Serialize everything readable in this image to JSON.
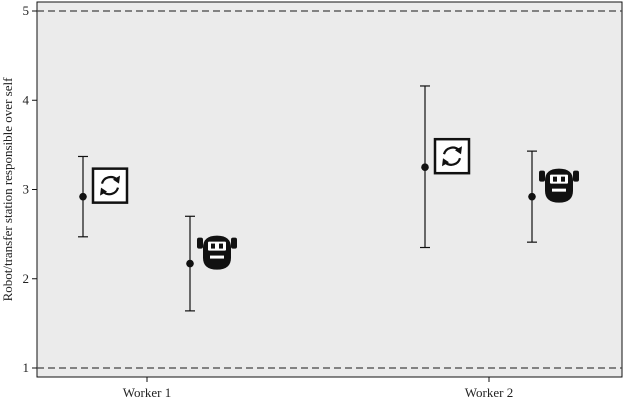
{
  "chart_data": {
    "type": "scatter",
    "ylabel": "Robot/transfer station responsible over self",
    "xlabel": "",
    "ylim": [
      1,
      5
    ],
    "yticks": [
      1,
      2,
      3,
      4,
      5
    ],
    "reference_lines": [
      1,
      5
    ],
    "grid": false,
    "categories": [
      "Worker 1",
      "Worker 2"
    ],
    "points": [
      {
        "category": "Worker 1",
        "marker_icon": "transfer-station-icon",
        "mean": 2.92,
        "lower": 2.47,
        "upper": 3.37
      },
      {
        "category": "Worker 1",
        "marker_icon": "robot-icon",
        "mean": 2.17,
        "lower": 1.64,
        "upper": 2.7
      },
      {
        "category": "Worker 2",
        "marker_icon": "transfer-station-icon",
        "mean": 3.25,
        "lower": 2.35,
        "upper": 4.16
      },
      {
        "category": "Worker 2",
        "marker_icon": "robot-icon",
        "mean": 2.92,
        "lower": 2.41,
        "upper": 3.43
      }
    ]
  },
  "colors": {
    "background": "#ebebeb",
    "ink": "#111111"
  }
}
